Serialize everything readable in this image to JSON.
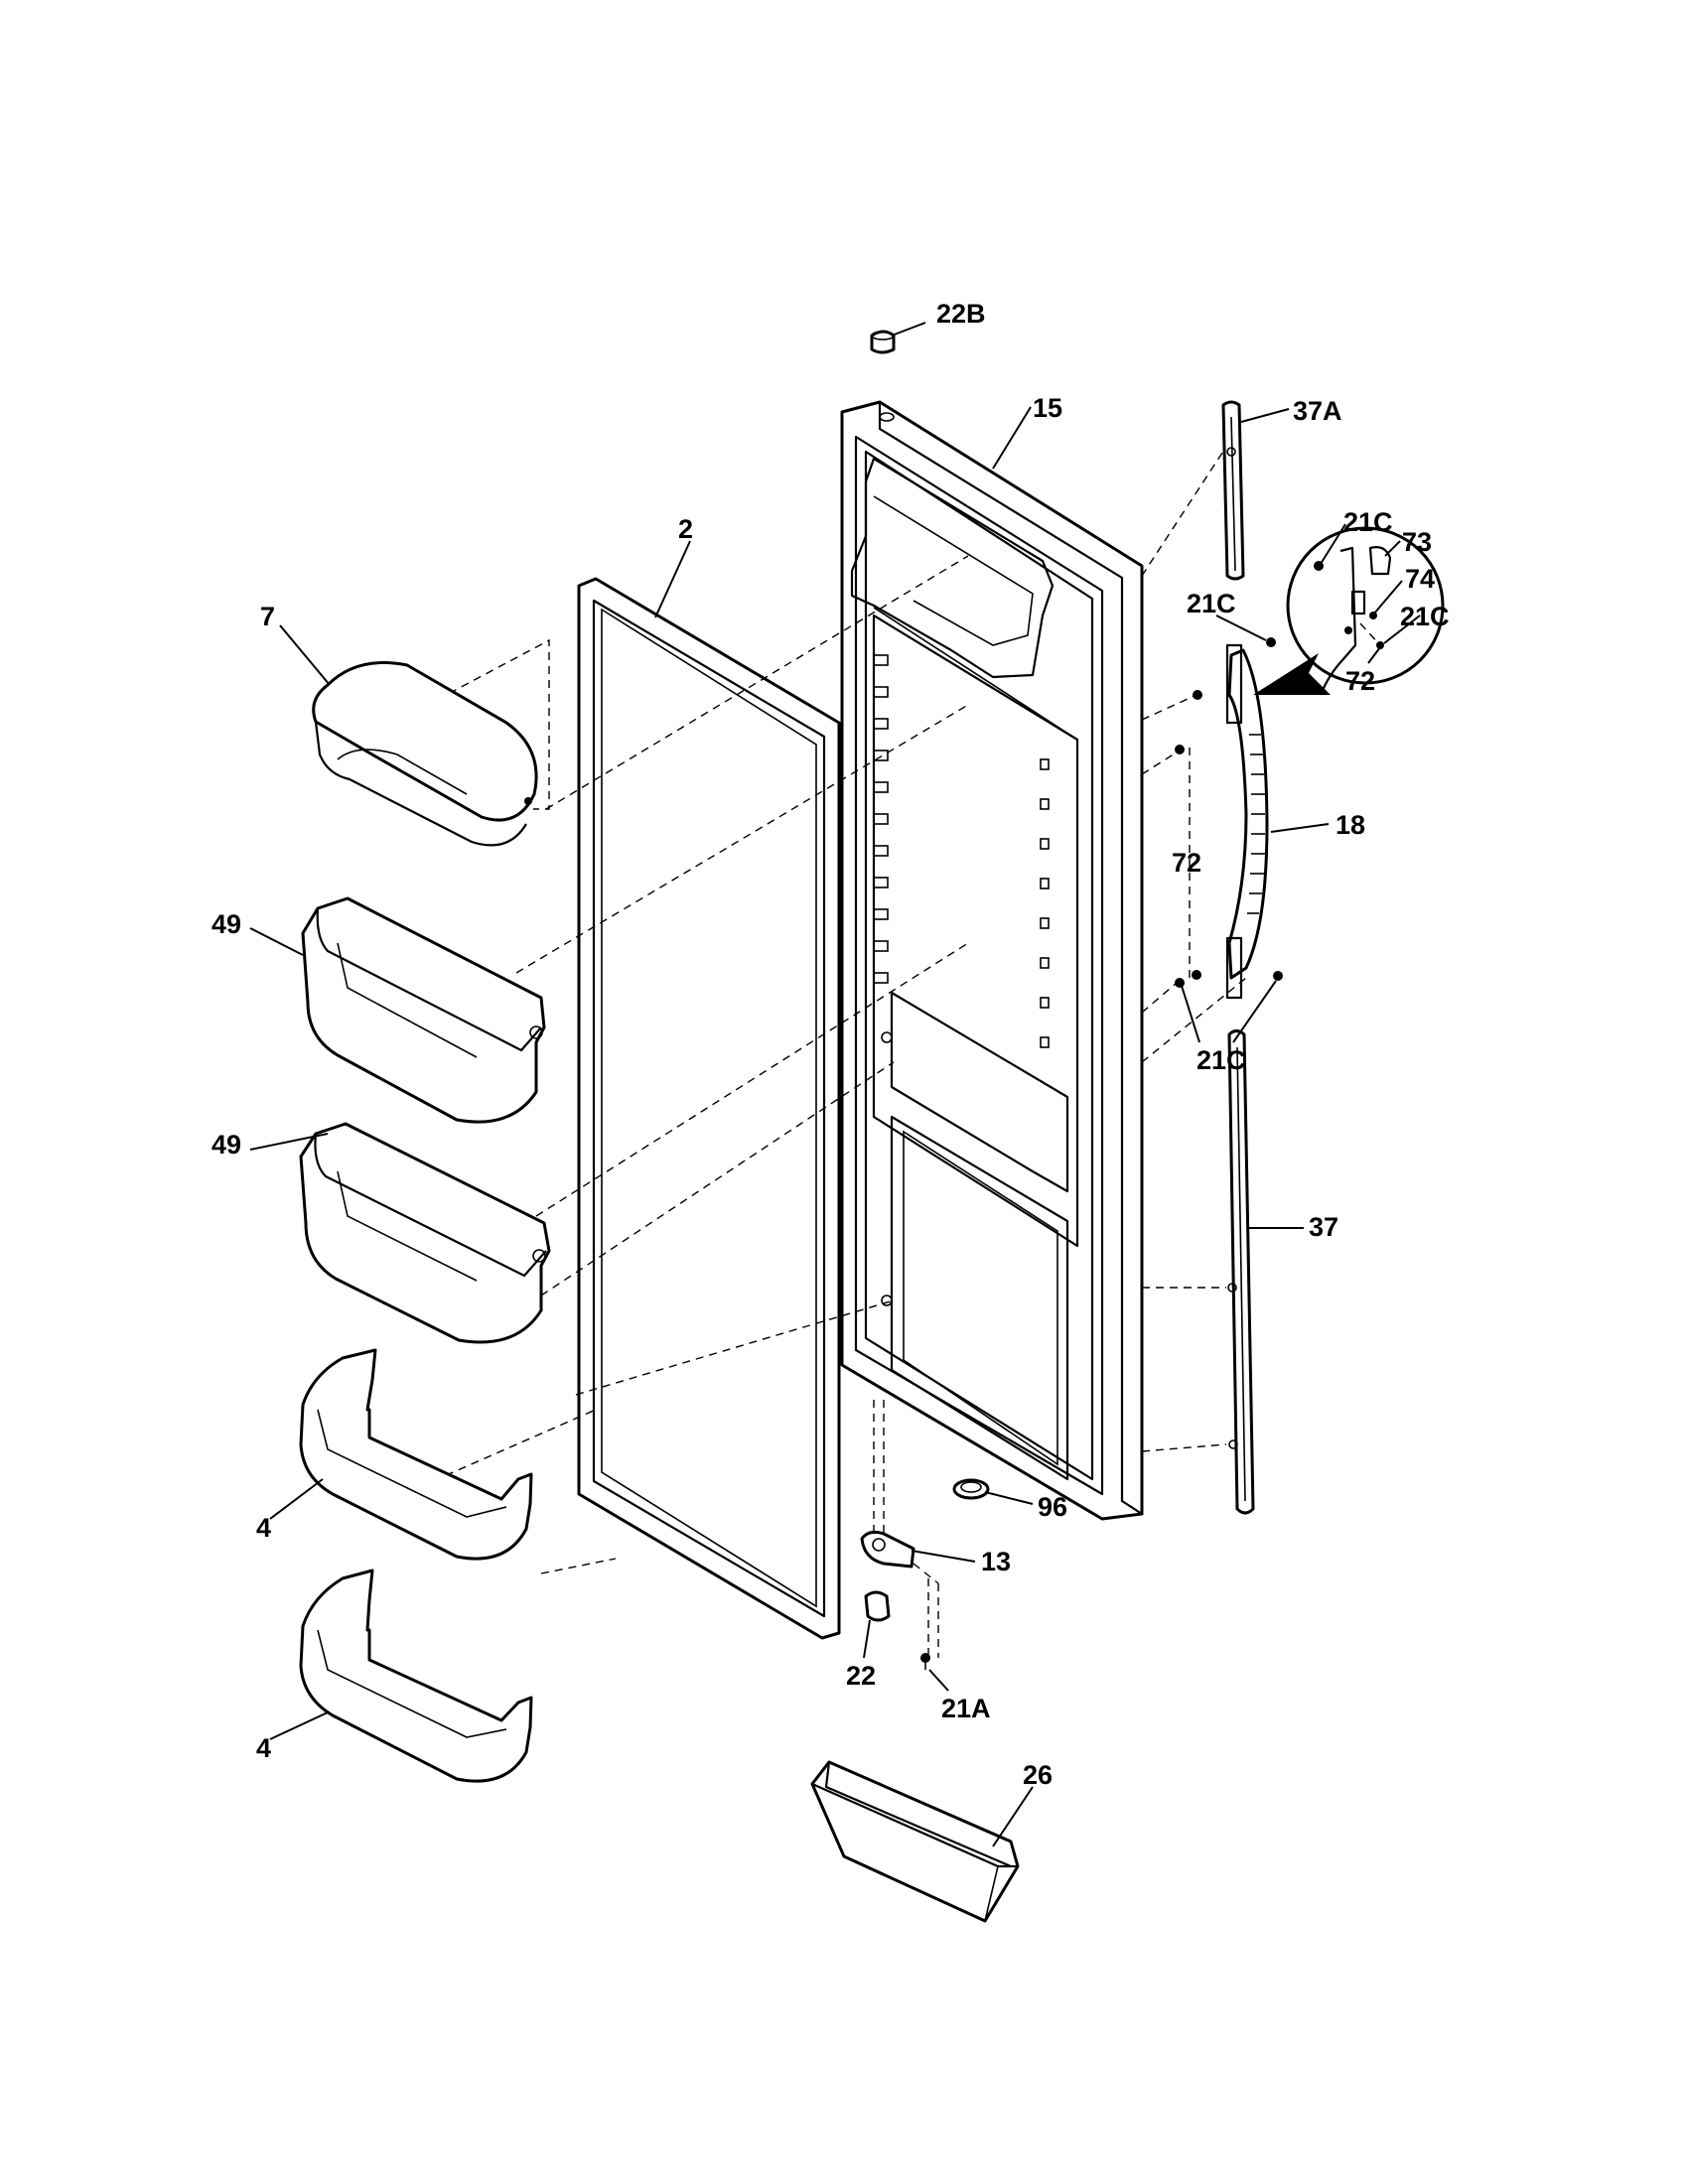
{
  "labels": {
    "part_22B": "22B",
    "part_15": "15",
    "part_37A": "37A",
    "part_2": "2",
    "part_7": "7",
    "part_21C_a": "21C",
    "part_73": "73",
    "part_74": "74",
    "part_21C_b": "21C",
    "part_21C_c": "21C",
    "part_72_a": "72",
    "part_18": "18",
    "part_72_b": "72",
    "part_49_a": "49",
    "part_49_b": "49",
    "part_21C_d": "21C",
    "part_37": "37",
    "part_96": "96",
    "part_4_a": "4",
    "part_13": "13",
    "part_22": "22",
    "part_21A": "21A",
    "part_4_b": "4",
    "part_26": "26"
  },
  "colors": {
    "line": "#000000",
    "background": "#ffffff"
  }
}
